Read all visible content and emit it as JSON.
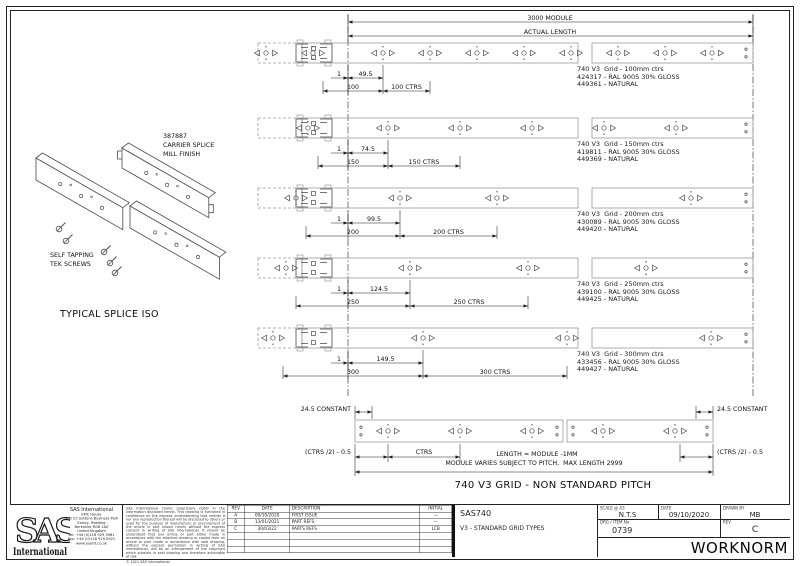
{
  "colors": {
    "ink": "#1f1f1f",
    "rail_edge": "#9a9a9a",
    "hole": "#4a4a4a"
  },
  "top_dimensions": {
    "module": "3000 MODULE",
    "actual_length": "ACTUAL LENGTH"
  },
  "splice_iso": {
    "part_number": "387887",
    "part_name": "CARRIER SPLICE",
    "finish": "MILL FINISH",
    "screws_label_line1": "SELF TAPPING",
    "screws_label_line2": "TEK SCREWS",
    "caption": "TYPICAL SPLICE ISO"
  },
  "rails": [
    {
      "dim_one": "1",
      "dim_half": "49.5",
      "dim_module": "100",
      "dim_ctrs": "100 CTRS",
      "part_lines": [
        "740 V3  Grid - 100mm ctrs",
        "424317 - RAL 9005 30% GLOSS",
        "449361 - NATURAL"
      ]
    },
    {
      "dim_one": "1",
      "dim_half": "74.5",
      "dim_module": "150",
      "dim_ctrs": "150 CTRS",
      "part_lines": [
        "740 V3  Grid - 150mm ctrs",
        "419811 - RAL 9005 30% GLOSS",
        "449369 - NATURAL"
      ]
    },
    {
      "dim_one": "1",
      "dim_half": "99.5",
      "dim_module": "200",
      "dim_ctrs": "200 CTRS",
      "part_lines": [
        "740 V3  Grid - 200mm ctrs",
        "430089 - RAL 9005 30% GLOSS",
        "449420 - NATURAL"
      ]
    },
    {
      "dim_one": "1",
      "dim_half": "124.5",
      "dim_module": "250",
      "dim_ctrs": "250 CTRS",
      "part_lines": [
        "740 V3  Grid - 250mm ctrs",
        "439100 - RAL 9005 30% GLOSS",
        "449425 - NATURAL"
      ]
    },
    {
      "dim_one": "1",
      "dim_half": "149.5",
      "dim_module": "300",
      "dim_ctrs": "300 CTRS",
      "part_lines": [
        "740 V3  Grid - 300mm ctrs",
        "433456 - RAL 9005 30% GLOSS",
        "449427 - NATURAL"
      ]
    }
  ],
  "non_standard": {
    "constant_left": "24.5 CONSTANT",
    "constant_right": "24.5 CONSTANT",
    "half_ctrs_left": "(CTRS /2) - 0.5",
    "half_ctrs_right": "(CTRS /2) - 0.5",
    "ctrs": "CTRS",
    "note_line1": "LENGTH = MODULE -1MM",
    "note_line2": "MODULE VARIES SUBJECT TO PITCH,  MAX LENGTH 2999",
    "title": "740 V3 GRID - NON STANDARD PITCH"
  },
  "title_block": {
    "logo": {
      "acronym": "SAS",
      "word": "International"
    },
    "company": {
      "name": "SAS International",
      "address_lines": [
        "EMC House",
        "Unit 25 Suttons Business Park",
        "Earley, Reading",
        "Berkshire RG6 1AZ",
        "United Kingdom",
        "Tel: +44 (0)118 929 3981",
        "Fax: +44 (0)118 929 0921",
        "www.sasint.co.uk"
      ]
    },
    "disclaimer": "SAS International claims proprietary rights in the information disclosed herein. This drawing is furnished in confidence on the express understanding that neither it nor any reproduction thereof will be disclosed to others or used for the purpose of manufacture or procurement of the article in part shown herein without the express consent in writing of SAS International. It should be understood that any article or part either made in accordance with the attached drawing or copied from an article or part made in accordance with said drawing, without the express permission in writing of SAS International, will be an infringement of the copyright which subsists in said drawing and therefore actionable at law.",
    "copyright": "© 2021 SAS International",
    "revisions": {
      "headers": [
        "REV",
        "DATE",
        "DESCRIPTION",
        "INITIAL"
      ],
      "rows": [
        [
          "A",
          "09/10/2020",
          "FIRST ISSUE",
          "—"
        ],
        [
          "B",
          "13/01/2021",
          "PART REFS",
          "—"
        ],
        [
          "C",
          "30/03/22",
          "PARTS REFS",
          "LCB"
        ],
        [
          "",
          "",
          "",
          ""
        ],
        [
          "",
          "",
          "",
          ""
        ],
        [
          "",
          "",
          "",
          ""
        ]
      ]
    },
    "drawing": {
      "code": "SAS740",
      "subtitle": "V3 - STANDARD GRID TYPES",
      "scale_label": "SCALE @ A3",
      "scale": "N.T.S",
      "date_label": "DATE",
      "date": "09/10/2020",
      "drawn_label": "DRAWN BY",
      "drawn_by": "MB",
      "drg_label": "DRG / ITEM No",
      "drg_no": "0739",
      "rev_label": "REV",
      "rev": "C",
      "stamp": "WORKNORM"
    }
  }
}
